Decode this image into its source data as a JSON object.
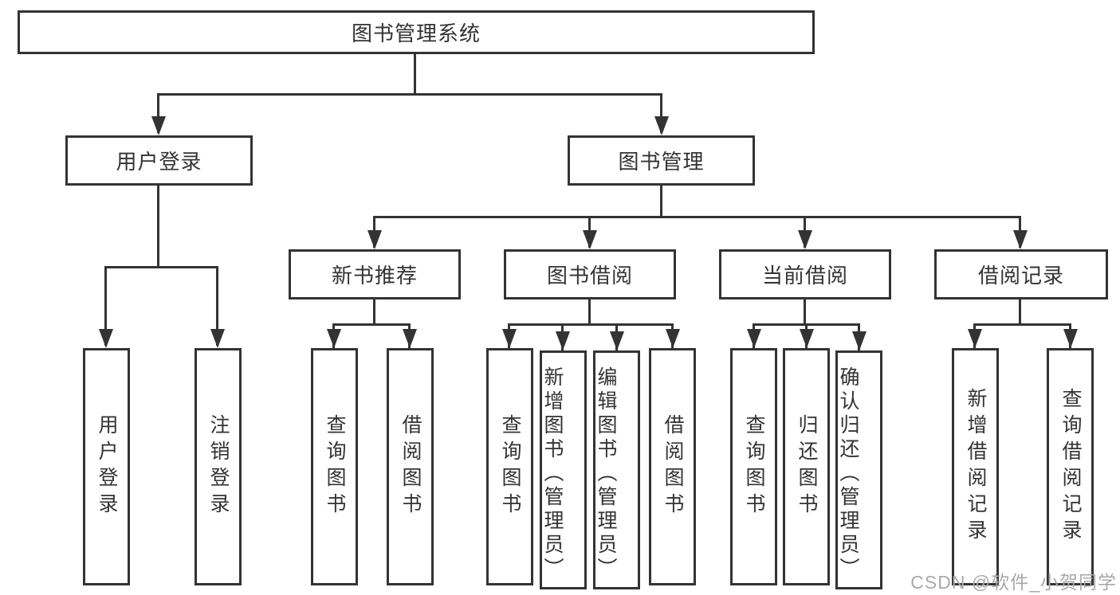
{
  "diagram": {
    "root": {
      "label": "图书管理系统"
    },
    "level2": [
      {
        "label": "用户登录"
      },
      {
        "label": "图书管理"
      }
    ],
    "level3": [
      {
        "label": "新书推荐"
      },
      {
        "label": "图书借阅"
      },
      {
        "label": "当前借阅"
      },
      {
        "label": "借阅记录"
      }
    ],
    "leaves": {
      "user_login": [
        {
          "label": "用户登录"
        },
        {
          "label": "注销登录"
        }
      ],
      "new_book": [
        {
          "label": "查询图书"
        },
        {
          "label": "借阅图书"
        }
      ],
      "borrow": [
        {
          "label": "查询图书"
        },
        {
          "label": "新增图书（管理员）"
        },
        {
          "label": "编辑图书（管理员）"
        },
        {
          "label": "借阅图书"
        }
      ],
      "current": [
        {
          "label": "查询图书"
        },
        {
          "label": "归还图书"
        },
        {
          "label": "确认归还（管理员）"
        }
      ],
      "records": [
        {
          "label": "新增借阅记录"
        },
        {
          "label": "查询借阅记录"
        }
      ]
    }
  },
  "watermark": {
    "text": "CSDN @软件_小贺同学"
  },
  "colors": {
    "line": "#333333",
    "text": "#333333",
    "watermark": "#a9a9a9",
    "background": "#ffffff"
  }
}
